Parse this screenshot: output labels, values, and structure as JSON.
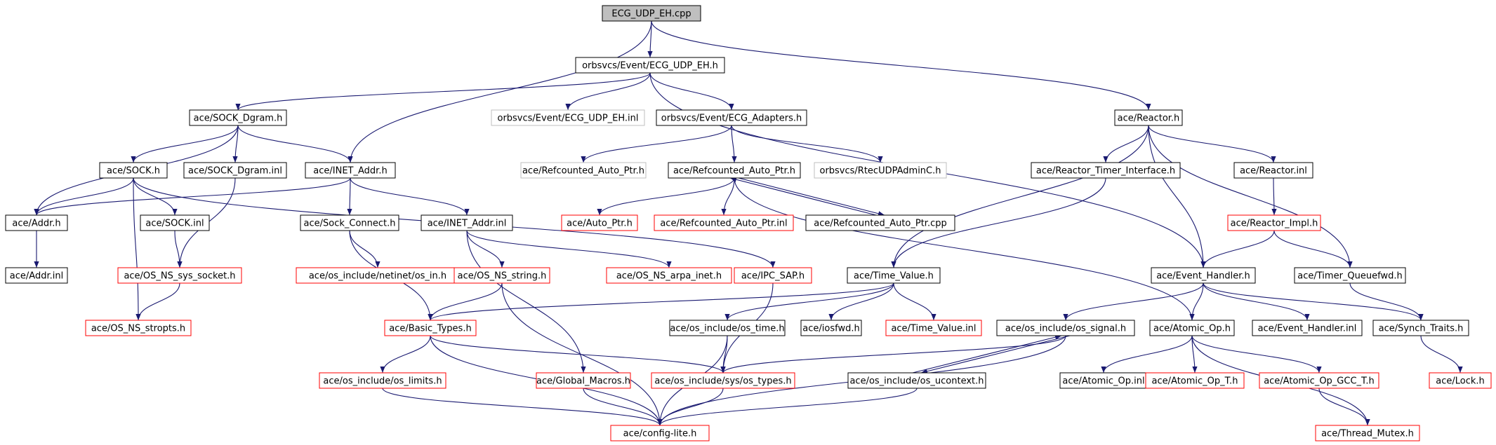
{
  "colors": {
    "edge": "#191970",
    "node_fill": "#ffffff",
    "node_border_documented": "#000000",
    "node_border_undocumented": "#ff0000",
    "node_border_external": "#bfbfbf",
    "root_fill": "#bfbfbf"
  },
  "nodes": [
    {
      "id": "root",
      "label": "ECG_UDP_EH.cpp",
      "kind": "root"
    },
    {
      "id": "ecgh",
      "label": "orbsvcs/Event/ECG_UDP_EH.h",
      "kind": "doc"
    },
    {
      "id": "reactor",
      "label": "ace/Reactor.h",
      "kind": "doc"
    },
    {
      "id": "sockdgram",
      "label": "ace/SOCK_Dgram.h",
      "kind": "doc"
    },
    {
      "id": "ecginl",
      "label": "orbsvcs/Event/ECG_UDP_EH.inl",
      "kind": "ext"
    },
    {
      "id": "ecgadapt",
      "label": "orbsvcs/Event/ECG_Adapters.h",
      "kind": "doc"
    },
    {
      "id": "sock",
      "label": "ace/SOCK.h",
      "kind": "doc"
    },
    {
      "id": "sockdgraminl",
      "label": "ace/SOCK_Dgram.inl",
      "kind": "doc"
    },
    {
      "id": "inetaddr",
      "label": "ace/INET_Addr.h",
      "kind": "doc"
    },
    {
      "id": "refcautoptr_ext",
      "label": "ace/Refcounted_Auto_Ptr.h",
      "kind": "ext"
    },
    {
      "id": "refcautoptr",
      "label": "ace/Refcounted_Auto_Ptr.h",
      "kind": "doc"
    },
    {
      "id": "rtecudp",
      "label": "orbsvcs/RtecUDPAdminC.h",
      "kind": "ext"
    },
    {
      "id": "reactortimer",
      "label": "ace/Reactor_Timer_Interface.h",
      "kind": "doc"
    },
    {
      "id": "reactorinl",
      "label": "ace/Reactor.inl",
      "kind": "doc"
    },
    {
      "id": "addr",
      "label": "ace/Addr.h",
      "kind": "doc"
    },
    {
      "id": "sockinl",
      "label": "ace/SOCK.inl",
      "kind": "doc"
    },
    {
      "id": "sockconnect",
      "label": "ace/Sock_Connect.h",
      "kind": "doc"
    },
    {
      "id": "inetaddrinl",
      "label": "ace/INET_Addr.inl",
      "kind": "doc"
    },
    {
      "id": "autoptr",
      "label": "ace/Auto_Ptr.h",
      "kind": "undoc"
    },
    {
      "id": "refcautoptrinl",
      "label": "ace/Refcounted_Auto_Ptr.inl",
      "kind": "undoc"
    },
    {
      "id": "refcautoptrcpp",
      "label": "ace/Refcounted_Auto_Ptr.cpp",
      "kind": "doc"
    },
    {
      "id": "reactorimpl",
      "label": "ace/Reactor_Impl.h",
      "kind": "undoc"
    },
    {
      "id": "addrinl",
      "label": "ace/Addr.inl",
      "kind": "doc"
    },
    {
      "id": "osnssyssocket",
      "label": "ace/OS_NS_sys_socket.h",
      "kind": "undoc"
    },
    {
      "id": "osin",
      "label": "ace/os_include/netinet/os_in.h",
      "kind": "undoc"
    },
    {
      "id": "osnsstring",
      "label": "ace/OS_NS_string.h",
      "kind": "undoc"
    },
    {
      "id": "osnsarpa",
      "label": "ace/OS_NS_arpa_inet.h",
      "kind": "undoc"
    },
    {
      "id": "ipcsap",
      "label": "ace/IPC_SAP.h",
      "kind": "undoc"
    },
    {
      "id": "timevalue",
      "label": "ace/Time_Value.h",
      "kind": "doc"
    },
    {
      "id": "eventhandler",
      "label": "ace/Event_Handler.h",
      "kind": "doc"
    },
    {
      "id": "timerqueuefwd",
      "label": "ace/Timer_Queuefwd.h",
      "kind": "doc"
    },
    {
      "id": "osnsstropts",
      "label": "ace/OS_NS_stropts.h",
      "kind": "undoc"
    },
    {
      "id": "basictypes",
      "label": "ace/Basic_Types.h",
      "kind": "undoc"
    },
    {
      "id": "ostime",
      "label": "ace/os_include/os_time.h",
      "kind": "doc"
    },
    {
      "id": "iosfwd",
      "label": "ace/iosfwd.h",
      "kind": "doc"
    },
    {
      "id": "timevalueinl",
      "label": "ace/Time_Value.inl",
      "kind": "undoc"
    },
    {
      "id": "ossignal",
      "label": "ace/os_include/os_signal.h",
      "kind": "doc"
    },
    {
      "id": "atomicop",
      "label": "ace/Atomic_Op.h",
      "kind": "doc"
    },
    {
      "id": "eventhandlerinl",
      "label": "ace/Event_Handler.inl",
      "kind": "doc"
    },
    {
      "id": "synchtraits",
      "label": "ace/Synch_Traits.h",
      "kind": "doc"
    },
    {
      "id": "oslimits",
      "label": "ace/os_include/os_limits.h",
      "kind": "undoc"
    },
    {
      "id": "globalmacros",
      "label": "ace/Global_Macros.h",
      "kind": "undoc"
    },
    {
      "id": "ostypes",
      "label": "ace/os_include/sys/os_types.h",
      "kind": "undoc"
    },
    {
      "id": "osucontext",
      "label": "ace/os_include/os_ucontext.h",
      "kind": "doc"
    },
    {
      "id": "atomicopinl",
      "label": "ace/Atomic_Op.inl",
      "kind": "doc"
    },
    {
      "id": "atomicopt",
      "label": "ace/Atomic_Op_T.h",
      "kind": "undoc"
    },
    {
      "id": "atomicopgcc",
      "label": "ace/Atomic_Op_GCC_T.h",
      "kind": "undoc"
    },
    {
      "id": "lock",
      "label": "ace/Lock.h",
      "kind": "undoc"
    },
    {
      "id": "configlite",
      "label": "ace/config-lite.h",
      "kind": "undoc"
    },
    {
      "id": "threadmutex",
      "label": "ace/Thread_Mutex.h",
      "kind": "undoc"
    }
  ],
  "edges": [
    [
      "root",
      "ecgh"
    ],
    [
      "root",
      "reactor"
    ],
    [
      "root",
      "inetaddr"
    ],
    [
      "ecgh",
      "sockdgram"
    ],
    [
      "ecgh",
      "ecginl"
    ],
    [
      "ecgh",
      "ecgadapt"
    ],
    [
      "ecgh",
      "eventhandler"
    ],
    [
      "sockdgram",
      "sock"
    ],
    [
      "sockdgram",
      "sockdgraminl"
    ],
    [
      "sockdgram",
      "inetaddr"
    ],
    [
      "sockdgram",
      "addr"
    ],
    [
      "sock",
      "addr"
    ],
    [
      "sock",
      "sockinl"
    ],
    [
      "sock",
      "osnsstropts"
    ],
    [
      "sock",
      "ipcsap"
    ],
    [
      "sockdgraminl",
      "osnssyssocket"
    ],
    [
      "inetaddr",
      "addr"
    ],
    [
      "inetaddr",
      "sockconnect"
    ],
    [
      "inetaddr",
      "inetaddrinl"
    ],
    [
      "addr",
      "addrinl"
    ],
    [
      "sockinl",
      "osnssyssocket"
    ],
    [
      "osnssyssocket",
      "osnsstropts"
    ],
    [
      "sockconnect",
      "osin"
    ],
    [
      "sockconnect",
      "basictypes"
    ],
    [
      "inetaddrinl",
      "osnsstring"
    ],
    [
      "inetaddrinl",
      "osnsarpa"
    ],
    [
      "inetaddrinl",
      "globalmacros"
    ],
    [
      "osnsstring",
      "basictypes"
    ],
    [
      "osnsstring",
      "configlite"
    ],
    [
      "ipcsap",
      "ostypes"
    ],
    [
      "ecgadapt",
      "refcautoptr_ext"
    ],
    [
      "ecgadapt",
      "refcautoptr"
    ],
    [
      "ecgadapt",
      "rtecudp"
    ],
    [
      "refcautoptr",
      "autoptr"
    ],
    [
      "refcautoptr",
      "refcautoptrinl"
    ],
    [
      "refcautoptr",
      "refcautoptrcpp"
    ],
    [
      "refcautoptrcpp",
      "refcautoptr"
    ],
    [
      "refcautoptr",
      "atomicop"
    ],
    [
      "reactor",
      "reactortimer"
    ],
    [
      "reactor",
      "reactorinl"
    ],
    [
      "reactor",
      "timevalue"
    ],
    [
      "reactor",
      "eventhandler"
    ],
    [
      "reactor",
      "timerqueuefwd"
    ],
    [
      "reactortimer",
      "timevalue"
    ],
    [
      "reactorinl",
      "reactorimpl"
    ],
    [
      "reactorimpl",
      "eventhandler"
    ],
    [
      "reactorimpl",
      "timerqueuefwd"
    ],
    [
      "timevalue",
      "basictypes"
    ],
    [
      "timevalue",
      "ostime"
    ],
    [
      "timevalue",
      "iosfwd"
    ],
    [
      "timevalue",
      "timevalueinl"
    ],
    [
      "eventhandler",
      "ossignal"
    ],
    [
      "eventhandler",
      "atomicop"
    ],
    [
      "eventhandler",
      "eventhandlerinl"
    ],
    [
      "eventhandler",
      "synchtraits"
    ],
    [
      "timerqueuefwd",
      "synchtraits"
    ],
    [
      "basictypes",
      "oslimits"
    ],
    [
      "basictypes",
      "ostypes"
    ],
    [
      "basictypes",
      "configlite"
    ],
    [
      "ostime",
      "ostypes"
    ],
    [
      "ostime",
      "configlite"
    ],
    [
      "ossignal",
      "ostypes"
    ],
    [
      "ossignal",
      "osucontext"
    ],
    [
      "osucontext",
      "ossignal"
    ],
    [
      "ossignal",
      "configlite"
    ],
    [
      "osucontext",
      "configlite"
    ],
    [
      "atomicop",
      "atomicopinl"
    ],
    [
      "atomicop",
      "atomicopt"
    ],
    [
      "atomicop",
      "atomicopgcc"
    ],
    [
      "atomicop",
      "threadmutex"
    ],
    [
      "atomicopgcc",
      "threadmutex"
    ],
    [
      "synchtraits",
      "lock"
    ],
    [
      "oslimits",
      "configlite"
    ],
    [
      "globalmacros",
      "configlite"
    ],
    [
      "ostypes",
      "configlite"
    ]
  ]
}
